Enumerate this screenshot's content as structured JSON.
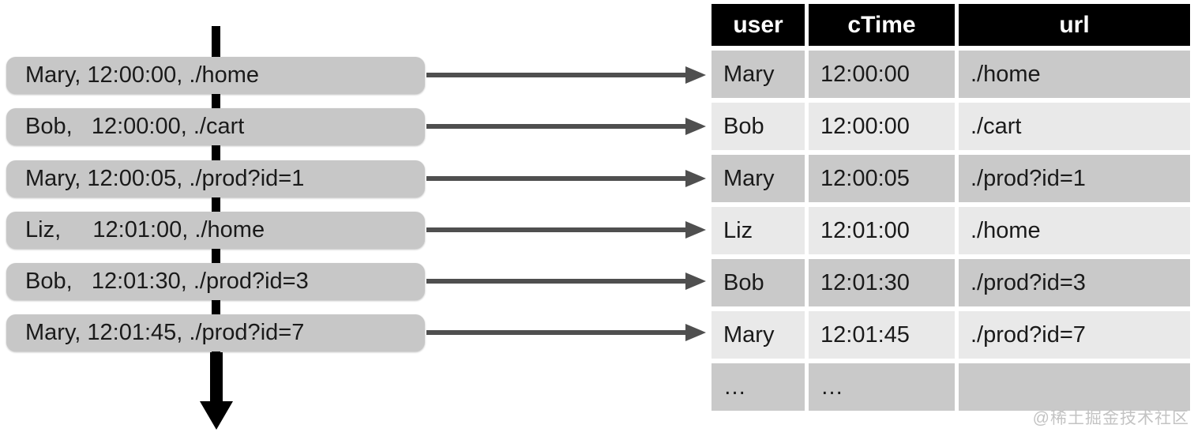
{
  "logs": [
    "Mary, 12:00:00, ./home",
    "Bob,   12:00:00, ./cart",
    "Mary, 12:00:05, ./prod?id=1",
    "Liz,     12:01:00, ./home",
    "Bob,   12:01:30, ./prod?id=3",
    "Mary, 12:01:45, ./prod?id=7"
  ],
  "table": {
    "headers": [
      "user",
      "cTime",
      "url"
    ],
    "rows": [
      {
        "user": "Mary",
        "ctime": "12:00:00",
        "url": "./home"
      },
      {
        "user": "Bob",
        "ctime": "12:00:00",
        "url": "./cart"
      },
      {
        "user": "Mary",
        "ctime": "12:00:05",
        "url": "./prod?id=1"
      },
      {
        "user": "Liz",
        "ctime": "12:01:00",
        "url": "./home"
      },
      {
        "user": "Bob",
        "ctime": "12:01:30",
        "url": "./prod?id=3"
      },
      {
        "user": "Mary",
        "ctime": "12:01:45",
        "url": "./prod?id=7"
      },
      {
        "user": "…",
        "ctime": "…",
        "url": ""
      }
    ]
  },
  "watermark": "@稀土掘金技术社区",
  "colors": {
    "box_gray": "#c7c7c7",
    "row_dark": "#c9c9c9",
    "row_light": "#e9e9e9",
    "arrow_gray": "#4f4f4f",
    "header_bg": "#000000",
    "timeline_black": "#000000"
  }
}
